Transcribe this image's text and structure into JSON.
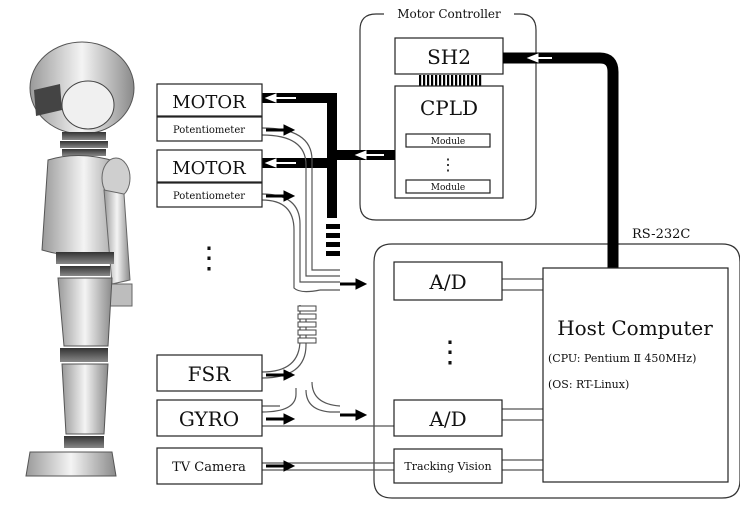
{
  "diagram": {
    "motor_controller": {
      "title": "Motor Controller",
      "sh2": "SH2",
      "cpld": "CPLD",
      "module_label": "Module",
      "module_dots": "⋮"
    },
    "sensors": {
      "motor_1": "MOTOR",
      "potentiometer_1": "Potentiometer",
      "motor_2": "MOTOR",
      "potentiometer_2": "Potentiometer",
      "more_dots": "⋮",
      "fsr": "FSR",
      "gyro": "GYRO",
      "tv_camera": "TV Camera"
    },
    "host": {
      "link_label": "RS-232C",
      "ad_1": "A/D",
      "ad_2": "A/D",
      "ad_dots": "⋮",
      "tracking_vision": "Tracking Vision",
      "title": "Host Computer",
      "cpu": "(CPU: Pentium Ⅱ 450MHz)",
      "os": "(OS: RT-Linux)"
    }
  }
}
